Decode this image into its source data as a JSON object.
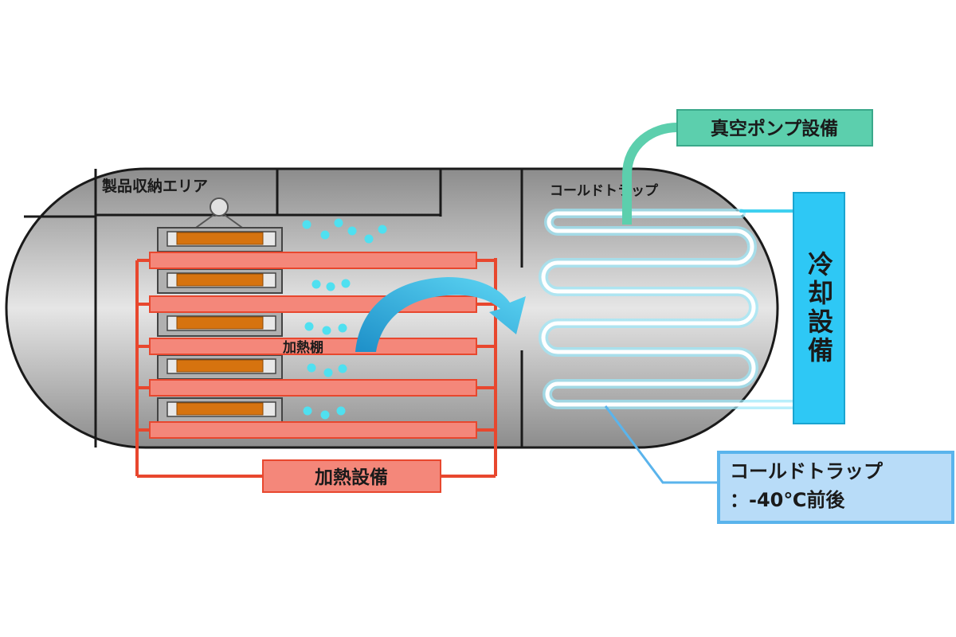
{
  "labels": {
    "storage_area": "製品収納エリア",
    "heating_shelf": "加熱棚",
    "heating_equipment": "加熱設備",
    "cold_trap": "コールドトラップ",
    "vacuum_pump": "真空ポンプ設備",
    "cooling_equipment": "冷却設備",
    "cold_trap_note_line1": "コールドトラップ",
    "cold_trap_note_line2": "：-40℃前後"
  },
  "colors": {
    "chamber_fill": "#c8c8c8",
    "heater_fill": "#f4877a",
    "heater_line": "#e8472e",
    "product_fill": "#d6730f",
    "tray_fill": "#b0b0b0",
    "cold_trap_coil": "#3fd0f0",
    "cooling_fill": "#2ec8f5",
    "vacuum_fill": "#5ccfad",
    "vapor_dot": "#4fe0f0",
    "vapor_arrow": "#2aa0d6",
    "callout_fill": "#b8dcf8",
    "callout_border": "#5ab4ec"
  },
  "icons": {
    "hook": "hook-icon",
    "arrow": "vapor-flow-arrow-icon"
  }
}
